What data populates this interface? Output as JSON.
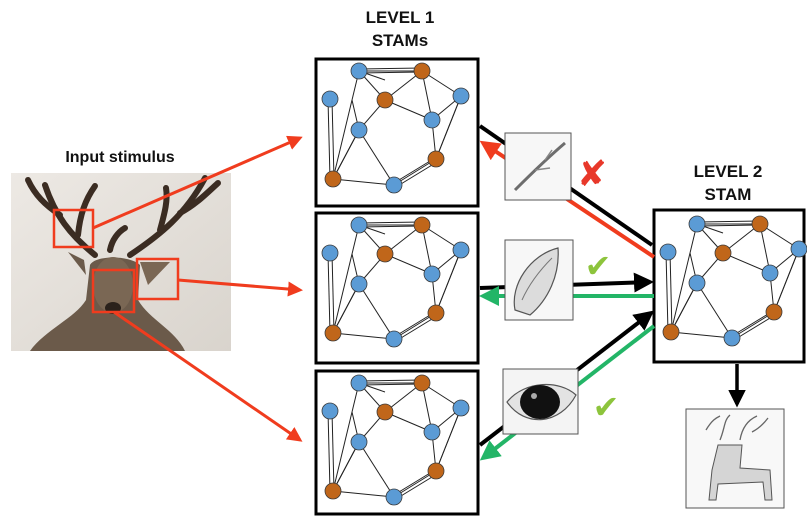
{
  "labels": {
    "level1_line1": "LEVEL 1",
    "level1_line2": "STAMs",
    "level2_line1": "LEVEL 2",
    "level2_line2": "STAM",
    "input": "Input stimulus"
  },
  "feedback": [
    {
      "patch": "twig-sketch",
      "result": "reject",
      "symbol": "✘"
    },
    {
      "patch": "ear-sketch",
      "result": "accept",
      "symbol": "✔"
    },
    {
      "patch": "eye-sketch",
      "result": "accept",
      "symbol": "✔"
    }
  ],
  "colors": {
    "blue_node": "#5B9BD5",
    "brown_node": "#C0661A",
    "feedforward_arrow": "#F03C1E",
    "feedback_arrow": "#23B567",
    "top_down_arrow": "#000000",
    "reject": "#E8382A",
    "accept": "#8DC43C"
  },
  "icons": [
    "deer-photo",
    "twig-sketch-icon",
    "ear-sketch-icon",
    "eye-sketch-icon",
    "deer-sketch-icon"
  ]
}
